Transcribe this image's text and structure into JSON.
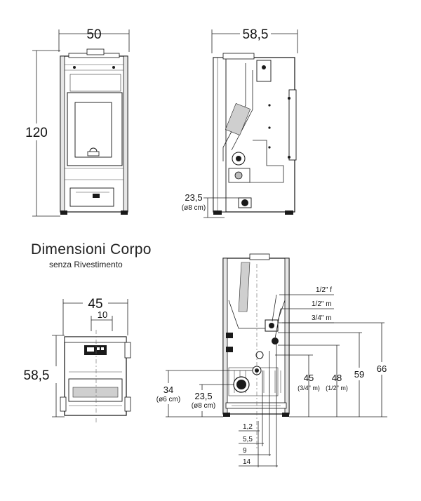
{
  "title": {
    "main": "Dimensioni Corpo",
    "sub": "senza Rivestimento"
  },
  "front_view": {
    "width": "50",
    "height": "120"
  },
  "side_view": {
    "depth": "58,5",
    "flue_height": "23,5",
    "flue_diameter": "(ø8 cm)"
  },
  "top_view": {
    "width": "45",
    "offset": "10",
    "depth": "58,5"
  },
  "rear_view": {
    "label_half_f": "1/2\" f",
    "label_half_m": "1/2\" m",
    "label_three_quarter_m": "3/4\" m",
    "air_inlet_height": "34",
    "air_inlet_diameter": "(ø6 cm)",
    "flue_height": "23,5",
    "flue_diameter": "(ø8 cm)",
    "h45": "45",
    "h45_note": "(3/4\" m)",
    "h48": "48",
    "h48_note": "(1/2\" m)",
    "h59": "59",
    "h66": "66",
    "x1": "1,2",
    "x2": "5,5",
    "x3": "9",
    "x4": "14"
  }
}
